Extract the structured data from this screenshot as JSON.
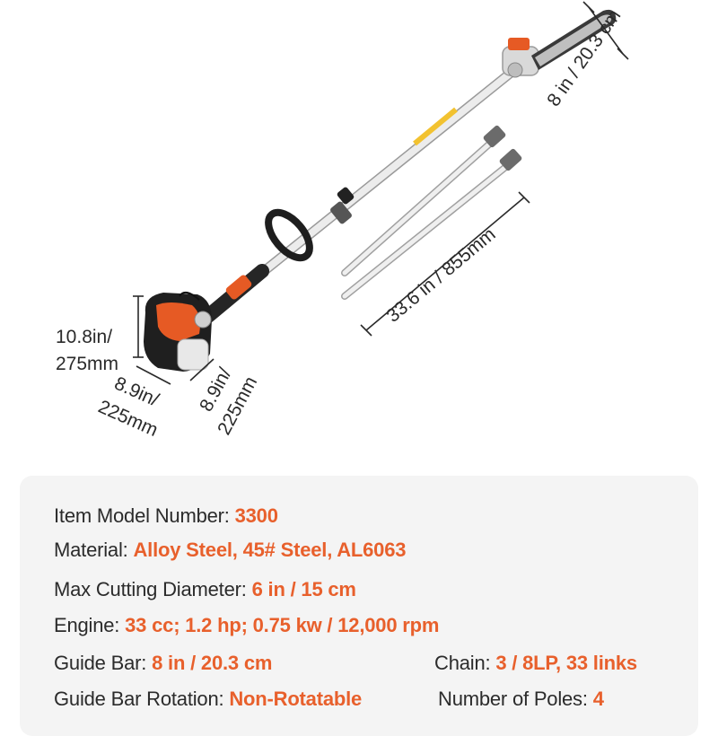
{
  "colors": {
    "accent": "#e8602c",
    "text": "#2b2b2b",
    "panel": "#f4f4f4",
    "engine_orange": "#e65a24",
    "shaft": "#e6e6e6"
  },
  "dimensions": {
    "guide_bar": "8 in / 20.3 cm",
    "pole": "33.6 in / 855mm",
    "height_in": "10.8in/",
    "height_mm": "275mm",
    "depth_in": "8.9in/",
    "depth_mm": "225mm",
    "width_in": "8.9in/",
    "width_mm": "225mm"
  },
  "specs": {
    "model": {
      "label": "Item Model Number: ",
      "value": "3300"
    },
    "material": {
      "label": "Material: ",
      "value": "Alloy Steel, 45# Steel, AL6063"
    },
    "max_cutting": {
      "label": "Max Cutting Diameter: ",
      "value": "6 in / 15 cm"
    },
    "engine": {
      "label": "Engine: ",
      "value": "33 cc; 1.2 hp; 0.75 kw / 12,000 rpm"
    },
    "guide_bar": {
      "label": "Guide Bar: ",
      "value": "8 in / 20.3 cm"
    },
    "chain": {
      "label": "Chain: ",
      "value": "3 / 8LP, 33 links"
    },
    "rotation": {
      "label": "Guide Bar Rotation: ",
      "value": "Non-Rotatable"
    },
    "poles": {
      "label": "Number of Poles: ",
      "value": "4"
    }
  }
}
